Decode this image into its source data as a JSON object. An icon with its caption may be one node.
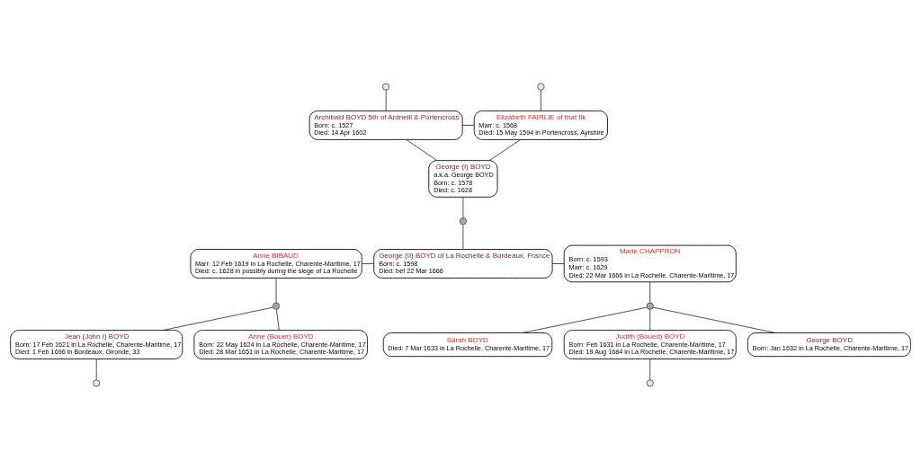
{
  "diagram": {
    "nodes": [
      {
        "text": [],
        "shape": "circle"
      },
      {
        "text": [],
        "shape": "circle"
      },
      {
        "text": [
          "Archibald BOYD 5th of Ardneill & Portencross",
          "Born: c. 1527",
          "Died: 14 Apr 1602"
        ]
      },
      {
        "text": [
          "Elizabeth FAIRLIE of that Ilk",
          "Marr: c. 1568",
          "Died: 15 May 1594 in Portencross, Ayrshire"
        ]
      },
      {
        "text": [
          "George (I) BOYD",
          "a.k.a. George BOYD",
          "Born: c. 1578",
          "Died: c. 1628"
        ]
      },
      {
        "text": [],
        "shape": "circle"
      },
      {
        "text": [
          "Anne BIBAUD",
          "Marr: 12 Feb 1619 in La Rochelle, Charente-Maritime, 17",
          "Died: c. 1628 in possibly during the siege of La Rochelle"
        ]
      },
      {
        "text": [
          "George (II) BOYD of La Rochelle & Bordeaux, France",
          "Born: c. 1598",
          "Died: bef 22 Mar 1666"
        ]
      },
      {
        "text": [
          "Marie CHAPPRON",
          "Born: c. 1593",
          "Marr: c. 1629",
          "Died: 22 Mar 1666 in La Rochelle, Charente-Maritime, 17"
        ]
      },
      {
        "text": [],
        "shape": "circle"
      },
      {
        "text": [],
        "shape": "circle"
      },
      {
        "text": [
          "Jean (John I) BOYD",
          "Born: 17 Feb 1621 in La Rochelle, Charente-Maritime, 17",
          "Died: 1 Feb 1696 in Bordeaux, Gironde, 33"
        ]
      },
      {
        "text": [
          "Anne (Bouer) BOYD",
          "Born: 22 May 1624 in La Rochelle, Charente-Maritime, 17",
          "Died: 28 Mar 1651 in La Rochelle, Charente-Maritime, 17"
        ]
      },
      {
        "text": [
          "Judith (Boued) BOYD",
          "Born: Feb 1631 in La Rochelle, Charente-Maritime, 17",
          "Died: 19 Aug 1684 in La Rochelle, Charente-Maritime, 17"
        ]
      },
      {
        "text": [
          "George BOYD",
          "Born: Jan 1632 in La Rochelle, Charente-Maritime, 17"
        ]
      },
      {
        "text": [
          "Sarah BOYD",
          "Died: 7 Mar 1633 in La Rochelle, Charente-Maritime, 17"
        ]
      },
      {
        "text": [],
        "shape": "circle"
      },
      {
        "text": [],
        "shape": "circle"
      }
    ],
    "edges": [
      {
        "from": 0,
        "to": 2,
        "arrow": "none"
      },
      {
        "from": 1,
        "to": 3,
        "arrow": "none"
      },
      {
        "from": 2,
        "to": 3,
        "arrow": "none"
      },
      {
        "from": 2,
        "to": 4,
        "arrow": "none"
      },
      {
        "from": 3,
        "to": 4,
        "arrow": "none"
      },
      {
        "from": 4,
        "to": 5,
        "arrow": "none"
      },
      {
        "from": 5,
        "to": 7,
        "arrow": "none"
      },
      {
        "from": 6,
        "to": 7,
        "arrow": "none"
      },
      {
        "from": 7,
        "to": 8,
        "arrow": "none"
      },
      {
        "from": 6,
        "to": 9,
        "arrow": "none"
      },
      {
        "from": 8,
        "to": 10,
        "arrow": "none"
      },
      {
        "from": 9,
        "to": 11,
        "arrow": "none"
      },
      {
        "from": 9,
        "to": 12,
        "arrow": "none"
      },
      {
        "from": 10,
        "to": 13,
        "arrow": "none"
      },
      {
        "from": 10,
        "to": 14,
        "arrow": "none"
      },
      {
        "from": 10,
        "to": 15,
        "arrow": "none"
      },
      {
        "from": 11,
        "to": 16,
        "arrow": "none"
      },
      {
        "from": 13,
        "to": 17,
        "arrow": "none"
      }
    ]
  }
}
